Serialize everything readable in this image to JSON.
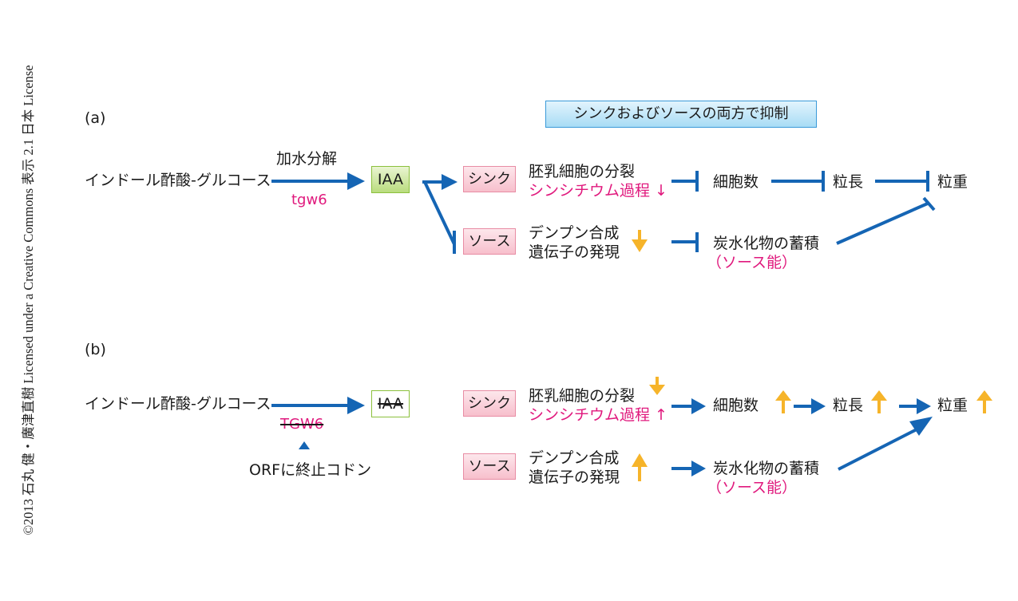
{
  "copyright": "©2013 石丸 健・廣津直樹 Licensed under a Creative Commons 表示 2.1 日本 License",
  "colors": {
    "arrow_blue": "#1565b4",
    "up_down_orange": "#f6b42a",
    "pink_text": "#e0197d",
    "iaa_border": "#8cc03d",
    "sink_source_border": "#e88ca4",
    "banner_border": "#3a9ad9"
  },
  "panel_a": {
    "label": "(a)",
    "banner": "シンクおよびソースの両方で抑制",
    "substrate": "インドール酢酸-グルコース",
    "reaction": "加水分解",
    "enzyme": "tgw6",
    "product": "IAA",
    "sink": {
      "box": "シンク",
      "process_line1": "胚乳細胞の分裂",
      "process_line2": "シンシチウム過程",
      "process_line2_arrow": "↓",
      "arrow_icon": "none"
    },
    "source": {
      "box": "ソース",
      "process_line1": "デンプン合成",
      "process_line2": "遺伝子の発現",
      "arrow_icon": "down"
    },
    "outcomes": {
      "cell_number": "細胞数",
      "grain_length": "粒長",
      "grain_weight": "粒重",
      "carb_accumulation": "炭水化物の蓄積",
      "source_capacity": "（ソース能）"
    },
    "edge_type": "inhibition"
  },
  "panel_b": {
    "label": "(b)",
    "substrate": "インドール酢酸-グルコース",
    "enzyme": "TGW6",
    "product": "IAA",
    "mutation_note": "ORFに終止コドン",
    "sink": {
      "box": "シンク",
      "process_line1": "胚乳細胞の分裂",
      "process_line1_arrow": "down",
      "process_line2": "シンシチウム過程",
      "process_line2_arrow": "↑"
    },
    "source": {
      "box": "ソース",
      "process_line1": "デンプン合成",
      "process_line2": "遺伝子の発現",
      "arrow_icon": "up"
    },
    "outcomes": {
      "cell_number": "細胞数",
      "grain_length": "粒長",
      "grain_weight": "粒重",
      "carb_accumulation": "炭水化物の蓄積",
      "source_capacity": "（ソース能）"
    },
    "edge_type": "activation"
  }
}
